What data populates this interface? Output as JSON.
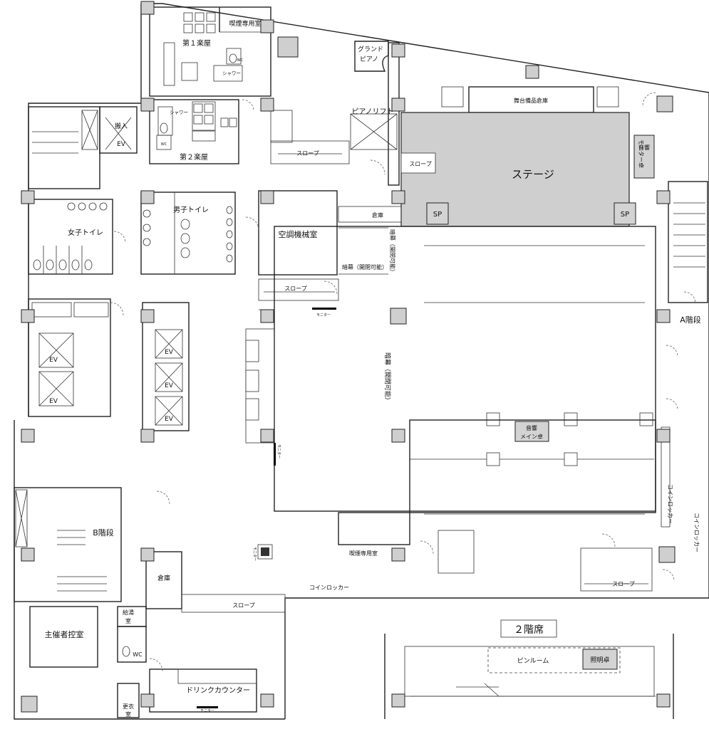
{
  "rooms": {
    "smoking_top": "喫煙専用室",
    "dressing_room_1": "第１楽屋",
    "dressing_room_2": "第２楽屋",
    "wc_small_1": "WC",
    "wc_small_2": "WC",
    "shower_1": "シャワー",
    "shower_2": "シャワー",
    "grand_piano": "グランド",
    "grand_piano_2": "ピアノ",
    "piano_lift": "ピアノリフト",
    "stage_storage": "舞台備品倉庫",
    "stage": "ステージ",
    "speaker_left": "SP",
    "speaker_right": "SP",
    "monitor_sound": "モニター卓",
    "sound_label": "音響",
    "loading_ev": "搬入",
    "ev": "EV",
    "slope": "スロープ",
    "storage_small": "倉庫",
    "womens_toilet": "女子トイレ",
    "mens_toilet": "男子トイレ",
    "hvac_room": "空調機械室",
    "curtain_vertical": "暗幕（開閉可能）",
    "curtain_horizontal": "暗幕（開閉可能）",
    "monitor": "モニター",
    "stairs_a": "A階段",
    "stairs_b": "B階段",
    "sound_main_1": "音響",
    "sound_main_2": "メイン卓",
    "coin_locker": "コインロッカー",
    "smoking_bottom": "喫煙専用室",
    "storage_bottom": "倉庫",
    "organizer_room": "主催者控室",
    "kitchenette_1": "給湯",
    "kitchenette_2": "室",
    "wc_bottom": "WC",
    "changing_1": "更衣",
    "changing_2": "室",
    "drink_counter": "ドリンクカウンター",
    "balcony": "２階席",
    "pin_room": "ピンルーム",
    "lighting_desk": "照明卓"
  }
}
